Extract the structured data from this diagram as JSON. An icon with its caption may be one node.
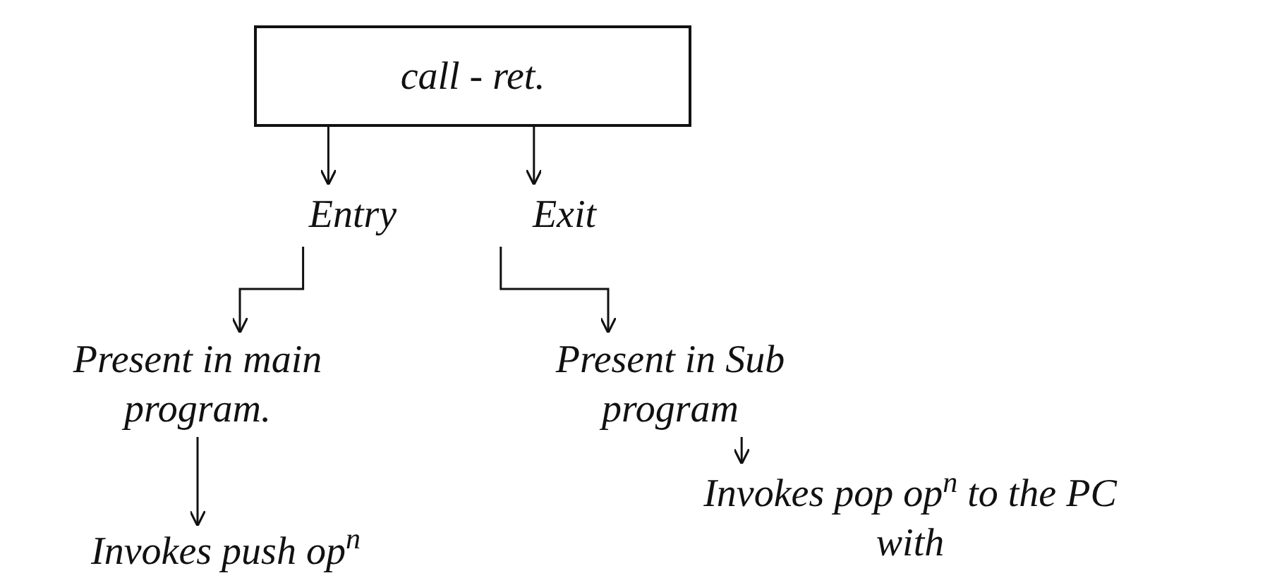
{
  "diagram": {
    "nodes": [
      {
        "text": [
          "call - ret."
        ]
      },
      {
        "text": [
          "Entry"
        ]
      },
      {
        "text": [
          "Exit"
        ]
      },
      {
        "text": [
          "Present in main program."
        ]
      },
      {
        "text": [
          "Present in Sub program"
        ]
      },
      {
        "text": [
          "Invokes push op$^{n}$"
        ]
      },
      {
        "text": [
          "Invokes pop op$^{n}$ to the PC with"
        ]
      }
    ],
    "edges": [
      {
        "from": 0,
        "to": 1,
        "arrow": "to"
      },
      {
        "from": 0,
        "to": 2,
        "arrow": "to"
      },
      {
        "from": 1,
        "to": 3,
        "arrow": "to"
      },
      {
        "from": 2,
        "to": 4,
        "arrow": "to"
      },
      {
        "from": 3,
        "to": 5,
        "arrow": "to"
      },
      {
        "from": 4,
        "to": 6,
        "arrow": "to"
      }
    ]
  }
}
